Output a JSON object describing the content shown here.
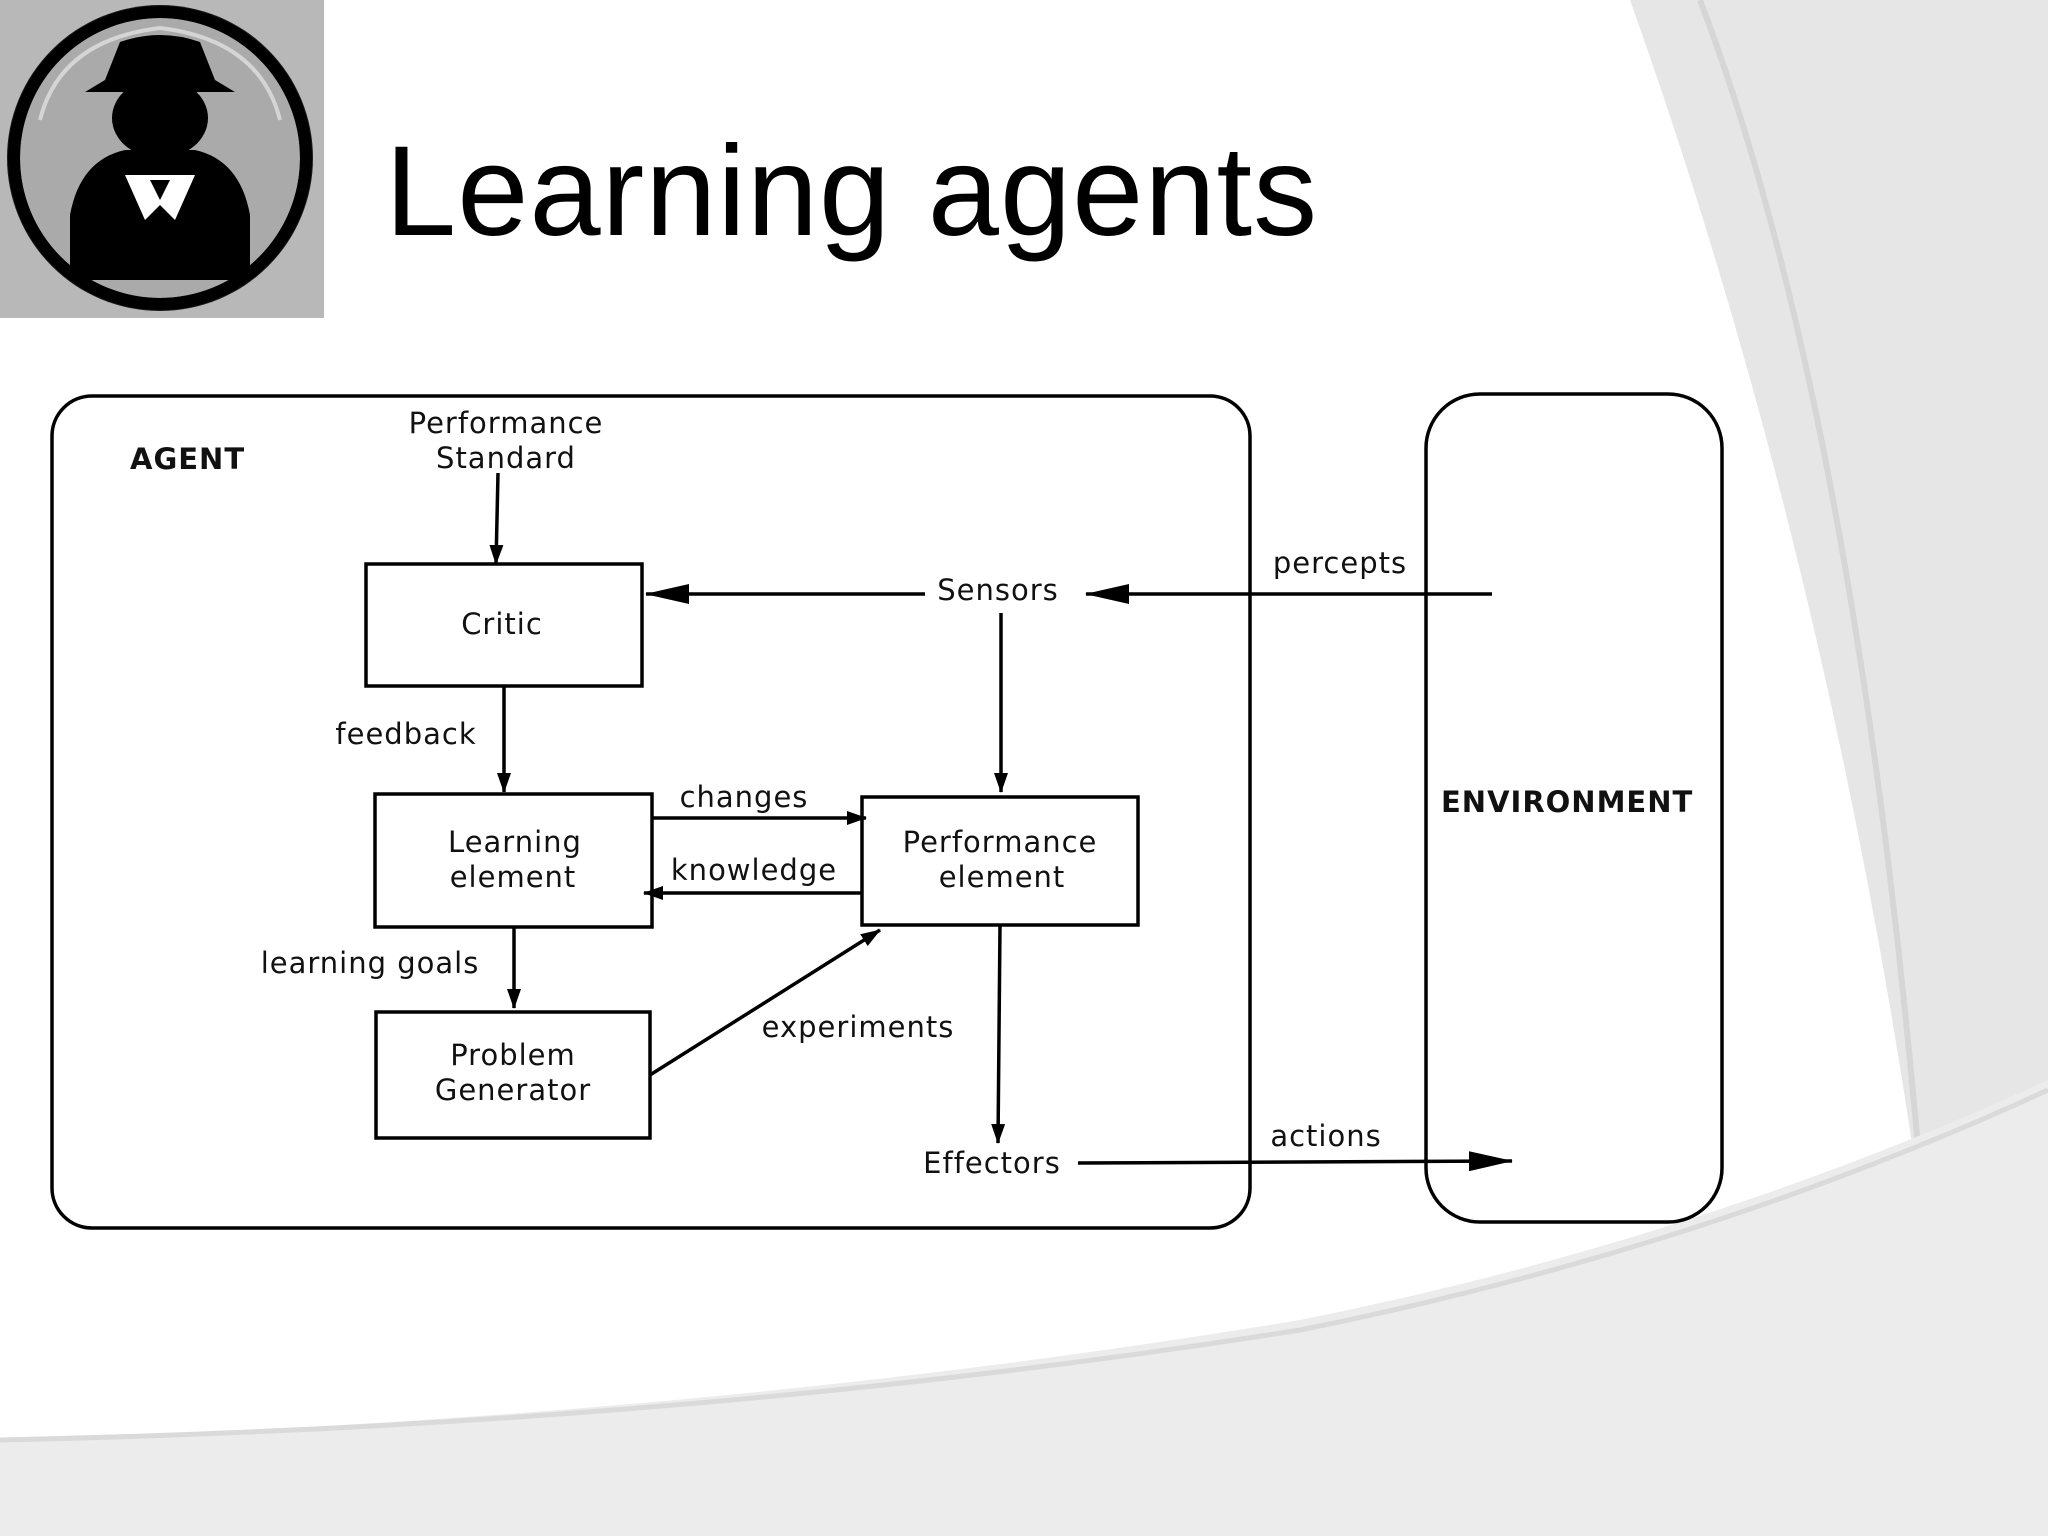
{
  "slide": {
    "title": "Learning agents"
  },
  "logo": {
    "icon": "spy-avatar-icon"
  },
  "diagram": {
    "agent_label": "AGENT",
    "environment_label": "ENVIRONMENT",
    "performance_standard": [
      "Performance",
      "Standard"
    ],
    "critic": "Critic",
    "sensors": "Sensors",
    "percepts": "percepts",
    "feedback": "feedback",
    "learning_element": [
      "Learning",
      "element"
    ],
    "performance_element": [
      "Performance",
      "element"
    ],
    "changes": "changes",
    "knowledge": "knowledge",
    "learning_goals": "learning goals",
    "problem_generator": [
      "Problem",
      "Generator"
    ],
    "experiments": "experiments",
    "effectors": "Effectors",
    "actions": "actions"
  }
}
